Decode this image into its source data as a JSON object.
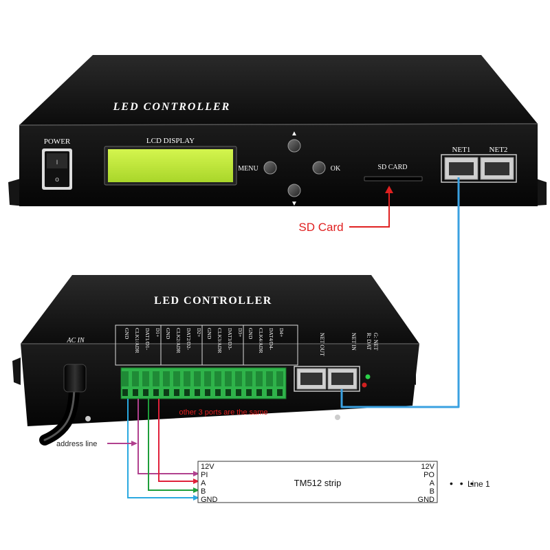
{
  "top_unit": {
    "title": "LED CONTROLLER",
    "power_label": "POWER",
    "lcd_label": "LCD DISPLAY",
    "menu_label": "MENU",
    "ok_label": "OK",
    "sd_slot_label": "SD CARD",
    "net1_label": "NET1",
    "net2_label": "NET2"
  },
  "sd_callout": "SD Card",
  "bottom_unit": {
    "title": "LED CONTROLLER",
    "ac_in_label": "AC IN",
    "terminal_pins": [
      "GND",
      "CLK1/ADR",
      "DAT1/D1-",
      "D1+",
      "GND",
      "CLK2/ADR",
      "DAT2/D2-",
      "D2+",
      "GND",
      "CLK3/ADR",
      "DAT3/D3-",
      "D3+",
      "GND",
      "CLK4/ADR",
      "DAT4/D4-",
      "D4+"
    ],
    "net_out_label": "NET OUT",
    "net_in_label": "NET IN",
    "led_legend_g": "G: NET",
    "led_legend_r": "R: DAT",
    "ports_note": "other 3 ports are the same"
  },
  "address_line_label": "address line",
  "strip": {
    "name": "TM512 strip",
    "left_pins": [
      "12V",
      "PI",
      "A",
      "B",
      "GND"
    ],
    "right_pins": [
      "12V",
      "PO",
      "A",
      "B",
      "GND"
    ],
    "line_label": "Line 1"
  },
  "colors": {
    "net_cable": "#3aa0e0",
    "sd_arrow": "#e02020",
    "lcd": "#c6ef3a",
    "terminal": "#2fb34a",
    "wire_gnd": "#2aa8e0",
    "wire_pi": "#b0408e",
    "wire_a": "#e0203a",
    "wire_b": "#1e9e3a"
  }
}
